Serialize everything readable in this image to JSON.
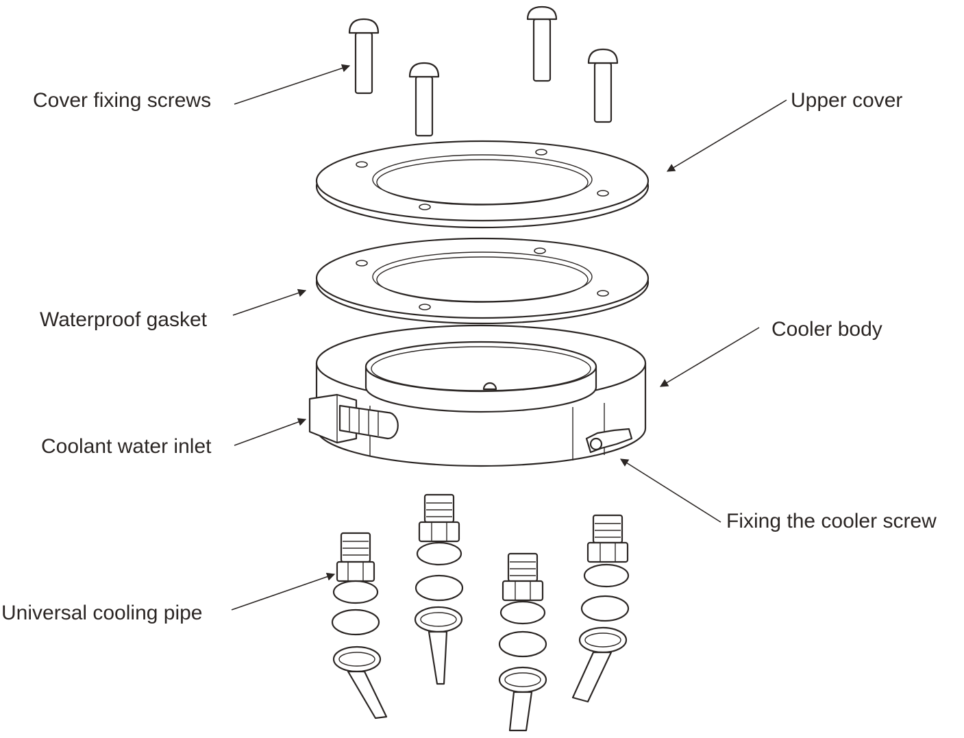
{
  "labels": {
    "cover_fixing_screws": "Cover fixing screws",
    "upper_cover": "Upper cover",
    "waterproof_gasket": "Waterproof gasket",
    "cooler_body": "Cooler body",
    "coolant_water_inlet": "Coolant water inlet",
    "fixing_the_cooler_screw": "Fixing the cooler screw",
    "universal_cooling_pipe": "Universal cooling pipe"
  },
  "colors": {
    "line": "#2b2624",
    "background": "#ffffff"
  }
}
